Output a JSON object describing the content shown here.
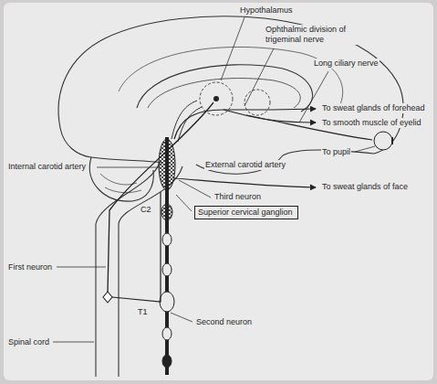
{
  "diagram": {
    "nodes": [
      {
        "text": [
          "Superior cervical ganglion"
        ]
      }
    ],
    "labels": [
      "Hypothalamus",
      "Ophthalmic division of trigeminal nerve",
      "Long ciliary nerve",
      "To sweat glands of forehead",
      "To smooth muscle of eyelid",
      "To pupil",
      "Internal carotid artery",
      "External carotid artery",
      "To sweat glands of face",
      "Third neuron",
      "C2",
      "First neuron",
      "T1",
      "Second neuron",
      "Spinal cord"
    ]
  }
}
